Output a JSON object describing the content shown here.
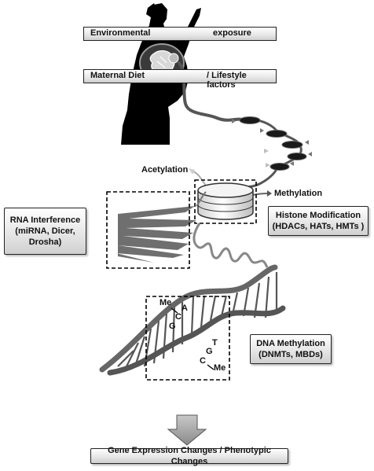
{
  "labels": {
    "env_left": "Environmental",
    "env_right": "exposure",
    "diet_left": "Maternal Diet",
    "diet_right": "/ Lifestyle factors",
    "acetylation": "Acetylation",
    "methylation": "Methylation",
    "rna_line1": "RNA Interference",
    "rna_line2": "(miRNA, Dicer,",
    "rna_line3": "Drosha)",
    "histone_line1": "Histone Modification",
    "histone_line2": "(HDACs, HATs, HMTs )",
    "dna_line1": "DNA Methylation",
    "dna_line2": "(DNMTs, MBDs)",
    "outcome": "Gene Expression Changes / Phenotypic Changes"
  },
  "bases": {
    "me_top": "Me",
    "a": "A",
    "c_top": "C",
    "g_top": "G",
    "t": "T",
    "g_bottom": "G",
    "c_bottom": "C",
    "me_bottom": "Me"
  }
}
